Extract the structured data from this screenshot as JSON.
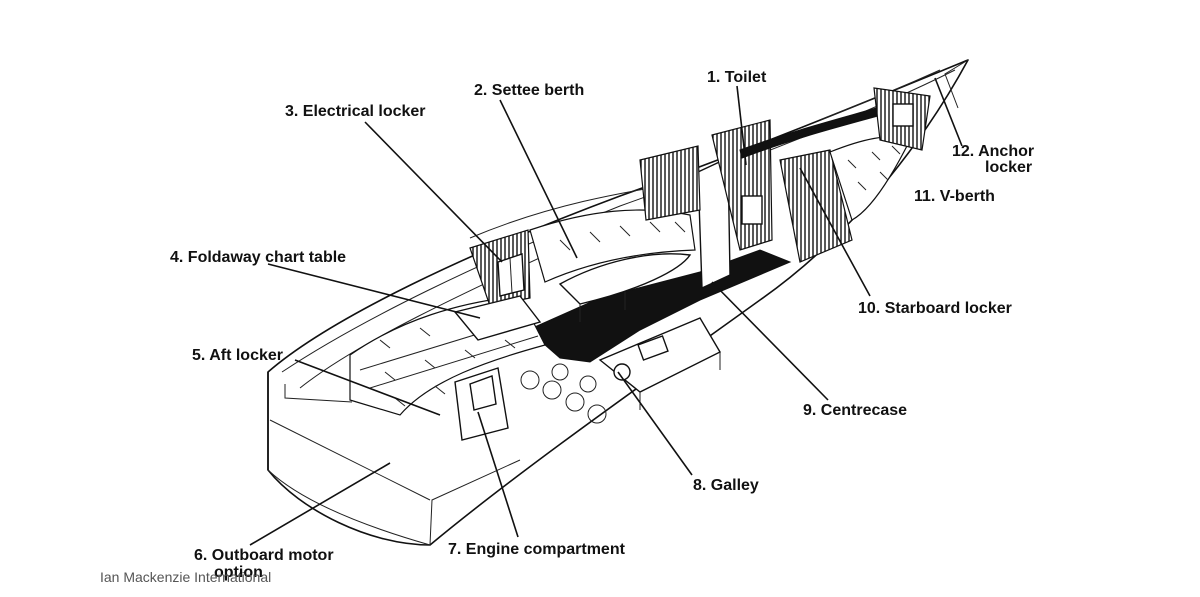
{
  "labels": {
    "toilet": "1. Toilet",
    "settee_berth": "2. Settee berth",
    "electrical_locker": "3. Electrical locker",
    "chart_table": "4. Foldaway chart table",
    "aft_locker": "5. Aft locker",
    "outboard_line1": "6. Outboard motor",
    "outboard_line2": "option",
    "engine_compartment": "7. Engine compartment",
    "galley": "8. Galley",
    "centrecase": "9. Centrecase",
    "starboard_locker": "10. Starboard locker",
    "v_berth": "11. V-berth",
    "anchor_line1": "12. Anchor",
    "anchor_line2": "locker"
  },
  "watermark": "Ian Mackenzie International"
}
